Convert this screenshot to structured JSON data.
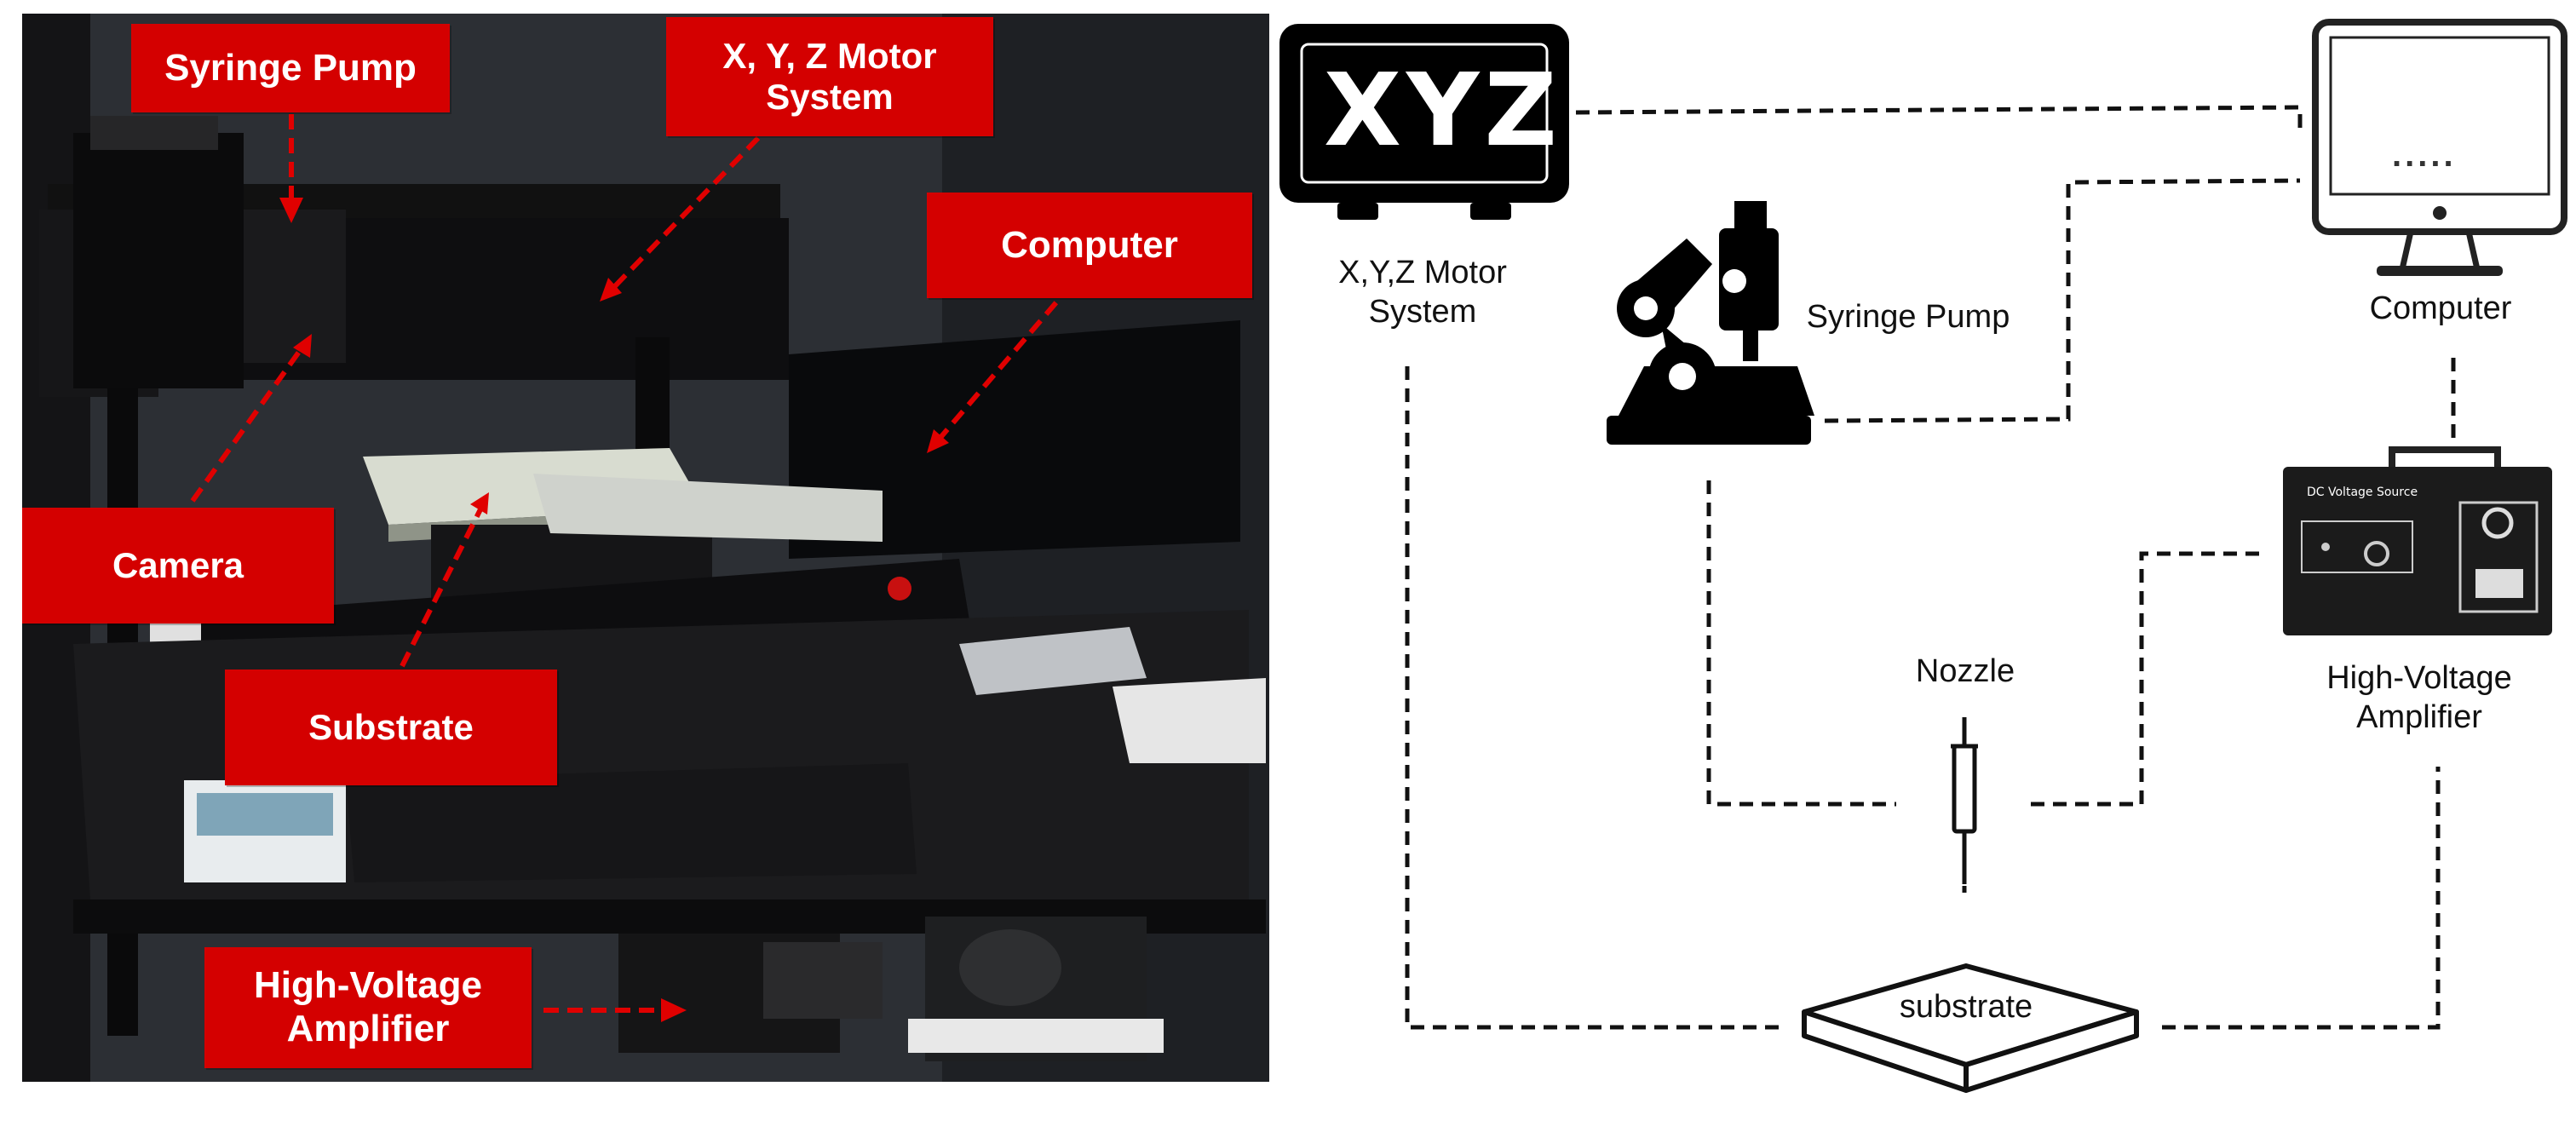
{
  "photo": {
    "labels": {
      "syringe_pump": "Syringe Pump",
      "xyz_motor_system": "X, Y, Z Motor\nSystem",
      "computer": "Computer",
      "camera": "Camera",
      "substrate": "Substrate",
      "high_voltage_amplifier_line1": "High-Voltage",
      "high_voltage_amplifier_line2": "Amplifier"
    },
    "label_color": "#d40000"
  },
  "diagram": {
    "xyz_icon_text": "XYZ",
    "xyz_label": "X,Y,Z Motor\nSystem",
    "syringe_pump_label": "Syringe Pump",
    "computer_label": "Computer",
    "computer_screen_text": ".....",
    "dc_source_text": "DC Voltage Source",
    "high_voltage_label": "High-Voltage\nAmplifier",
    "nozzle_label": "Nozzle",
    "substrate_label": "substrate",
    "connection_style": "dashed"
  }
}
